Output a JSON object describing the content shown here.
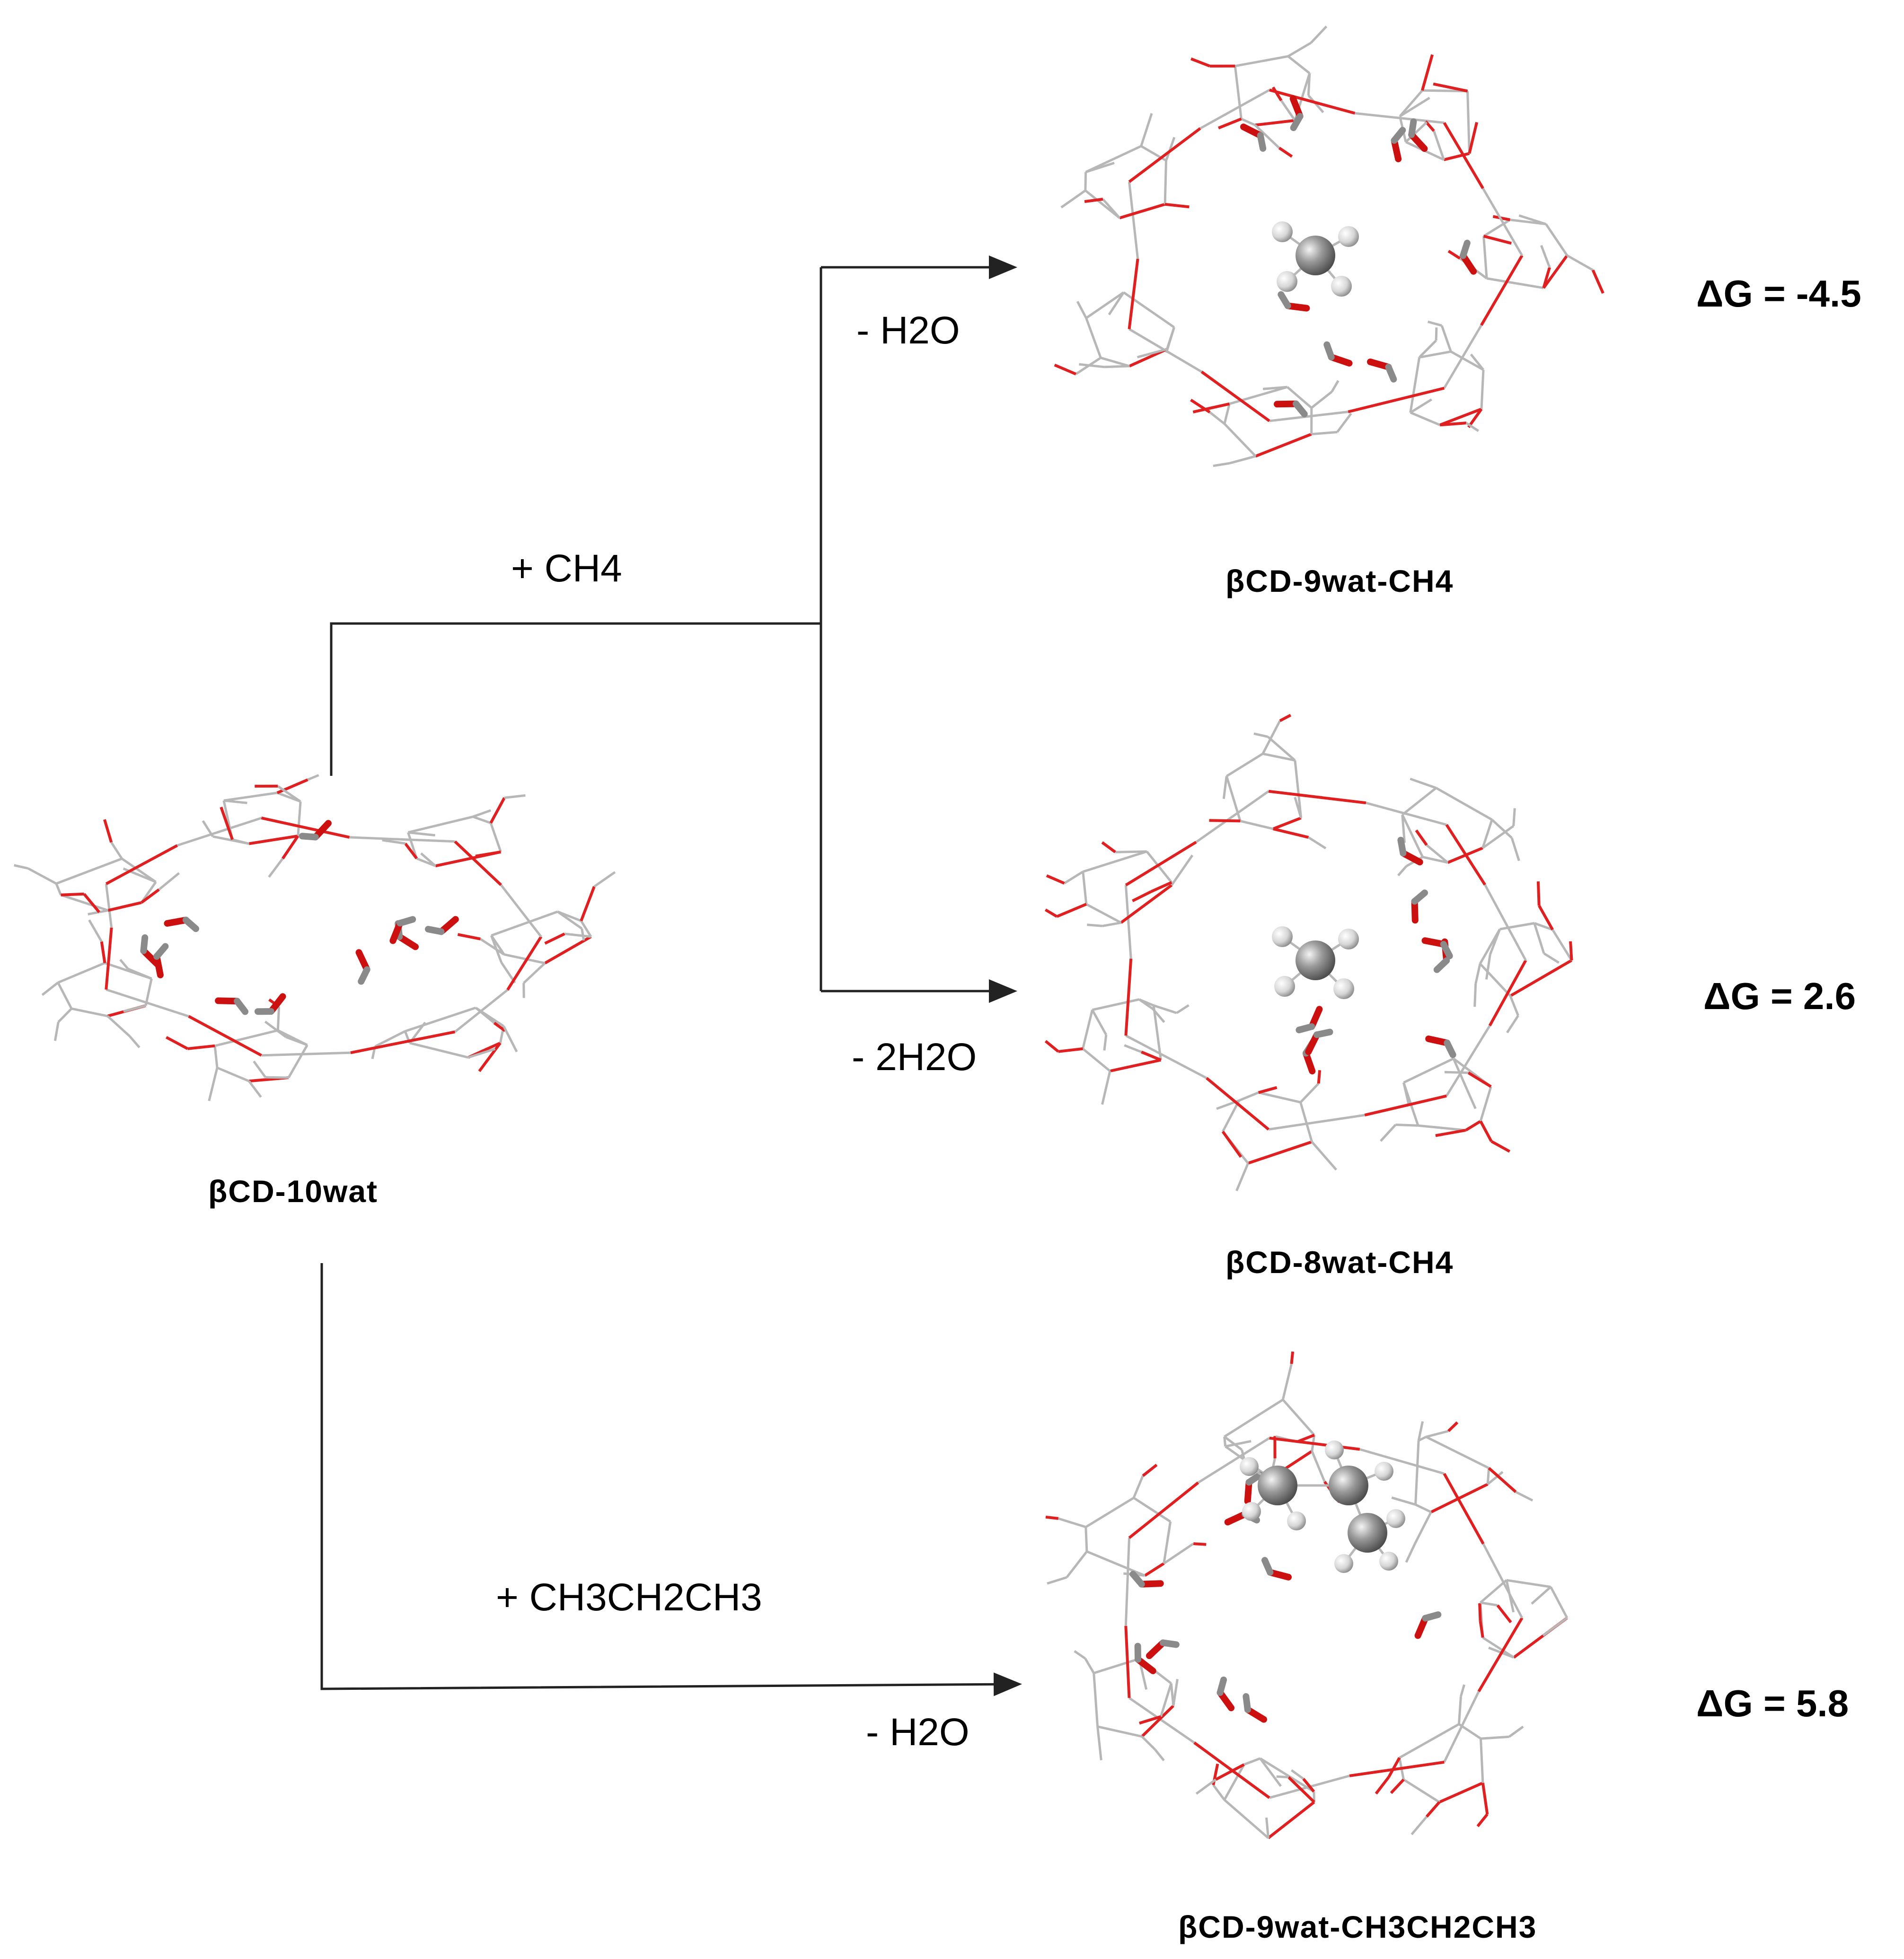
{
  "reagents": {
    "add_methane": "+  CH4",
    "add_propane": "+  CH3CH2CH3",
    "lose_water_top": "-  H2O",
    "lose_two_water": "-  2H2O",
    "lose_water_bottom": "-  H2O"
  },
  "molecules": {
    "start": "βCD-10wat",
    "product1": "βCD-9wat-CH4",
    "product2": "βCD-8wat-CH4",
    "product3": "βCD-9wat-CH3CH2CH3"
  },
  "energies": {
    "product1": "ΔG =  -4.5",
    "product2": "ΔG =  2.6",
    "product3": "ΔG =  5.8"
  },
  "colors": {
    "frame_bonds": "#b7b7b7",
    "oxygen": "#e02020",
    "guest_atoms": "#888888",
    "arrows": "#222222"
  }
}
